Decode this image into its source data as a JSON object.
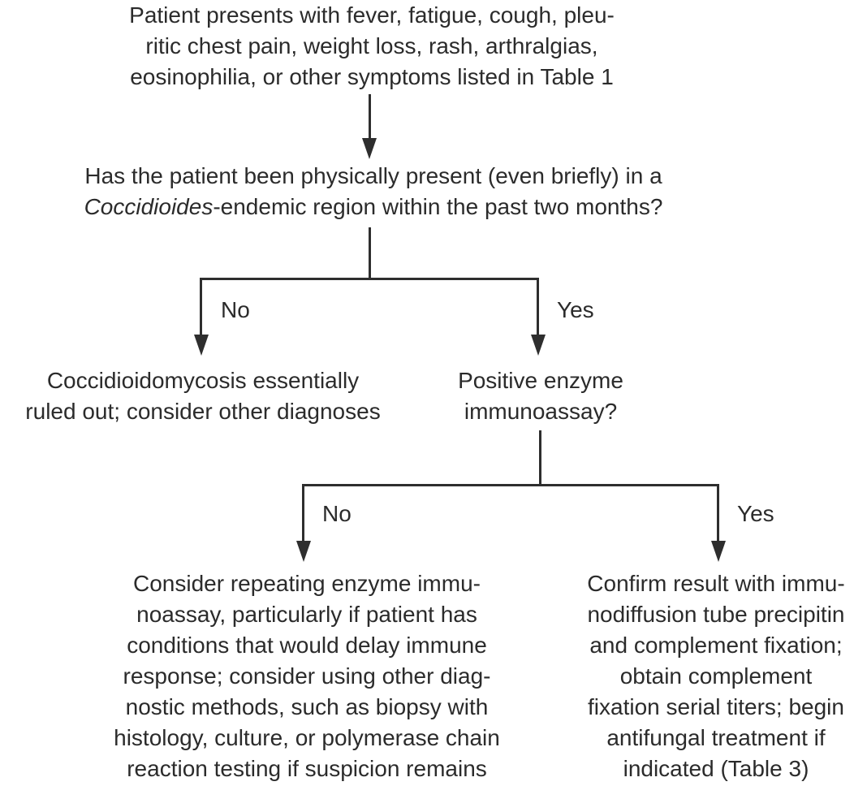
{
  "nodes": {
    "presenting": {
      "lines": [
        "Patient presents with fever, fatigue, cough, pleu-",
        "ritic chest pain, weight loss, rash, arthralgias,",
        "eosinophilia, or other symptoms listed in Table 1"
      ]
    },
    "endemic_question": {
      "line1": "Has the patient been physically present (even briefly) in a",
      "line2_italic": "Coccidioides",
      "line2_rest": "-endemic region within the past two months?"
    },
    "ruled_out": {
      "lines": [
        "Coccidioidomycosis essentially",
        "ruled out; consider other diagnoses"
      ]
    },
    "eia_question": {
      "lines": [
        "Positive enzyme",
        "immunoassay?"
      ]
    },
    "repeat_eia": {
      "lines": [
        "Consider repeating enzyme immu-",
        "noassay, particularly if patient has",
        "conditions that would delay immune",
        "response; consider using other diag-",
        "nostic methods, such as biopsy with",
        "histology, culture, or polymerase chain",
        "reaction testing if suspicion remains"
      ]
    },
    "confirm_treat": {
      "lines": [
        "Confirm result with immu-",
        "nodiffusion tube precipitin",
        "and complement fixation;",
        "obtain complement",
        "fixation serial titers; begin",
        "antifungal treatment if",
        "indicated (Table 3)"
      ]
    }
  },
  "labels": {
    "branch1_no": "No",
    "branch1_yes": "Yes",
    "branch2_no": "No",
    "branch2_yes": "Yes"
  },
  "colors": {
    "text": "#2b2b2b",
    "line": "#2e2e2e",
    "background": "#ffffff"
  }
}
